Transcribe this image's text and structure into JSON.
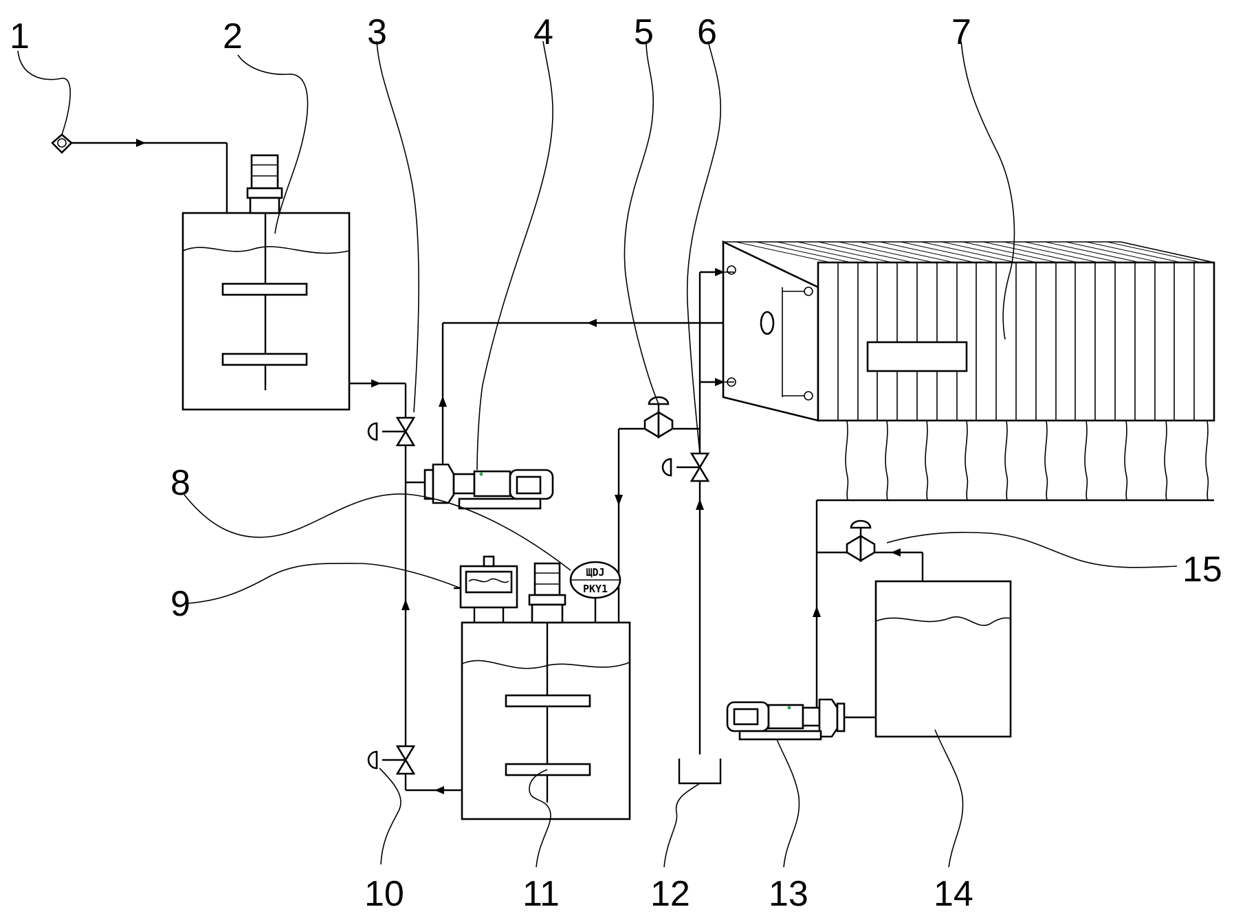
{
  "labels": [
    "1",
    "2",
    "3",
    "4",
    "5",
    "6",
    "7",
    "8",
    "9",
    "10",
    "11",
    "12",
    "13",
    "14",
    "15"
  ],
  "gauge_tags": [
    "ЩDJ",
    "PKY1"
  ],
  "colors": {
    "line": "#000000",
    "background": "#ffffff",
    "pump_accent": "#2aa84a"
  }
}
